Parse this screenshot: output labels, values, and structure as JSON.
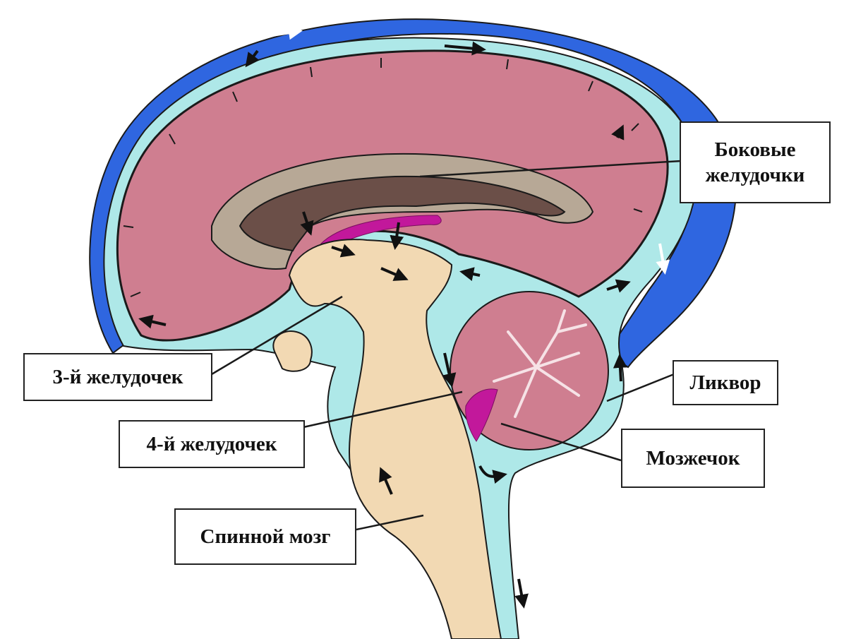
{
  "labels": {
    "lateral_ventricles": [
      "Боковые",
      "желудочки"
    ],
    "third_ventricle": "3-й желудочек",
    "csf": "Ликвор",
    "fourth_ventricle": "4-й желудочек",
    "cerebellum": "Мозжечок",
    "spinal_cord": "Спинной мозг"
  },
  "colors": {
    "cerebrum": "#cf7e90",
    "cerebrum_outline": "#1a1a1a",
    "csf": "#aee8e8",
    "venous_sinus": "#2f66e0",
    "brainstem": "#f2d9b3",
    "ventricle": "#6b4f48",
    "ventricle_rim": "#b7a896",
    "choroid_plexus": "#c2189b",
    "flow_arrow": "#111111"
  },
  "icons": {
    "flow": "arrow-icon"
  }
}
